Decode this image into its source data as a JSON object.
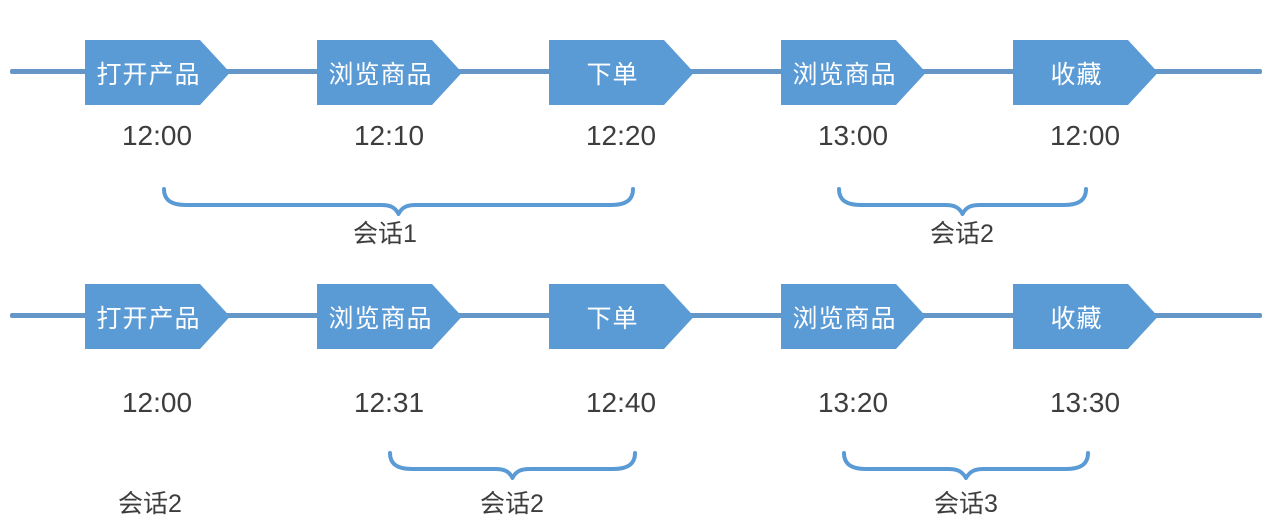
{
  "diagram": {
    "description": "session-cutting timeline diagram",
    "colors": {
      "event_fill": "#5b9bd5",
      "timeline_line": "#6496c8",
      "brace": "#5b9bd5",
      "text": "#3d3d3d",
      "event_text": "#ffffff",
      "background": "#ffffff"
    },
    "rows": [
      {
        "events": [
          {
            "label": "打开产品",
            "time": "12:00"
          },
          {
            "label": "浏览商品",
            "time": "12:10"
          },
          {
            "label": "下单",
            "time": "12:20"
          },
          {
            "label": "浏览商品",
            "time": "13:00"
          },
          {
            "label": "收藏",
            "time": "12:00"
          }
        ],
        "sessions": [
          {
            "label": "会话1",
            "style": "brace",
            "from_event": 1,
            "to_event": 3
          },
          {
            "label": "会话2",
            "style": "brace",
            "from_event": 4,
            "to_event": 5
          }
        ]
      },
      {
        "events": [
          {
            "label": "打开产品",
            "time": "12:00"
          },
          {
            "label": "浏览商品",
            "time": "12:31"
          },
          {
            "label": "下单",
            "time": "12:40"
          },
          {
            "label": "浏览商品",
            "time": "13:20"
          },
          {
            "label": "收藏",
            "time": "13:30"
          }
        ],
        "sessions": [
          {
            "label": "会话2",
            "style": "text",
            "from_event": 1,
            "to_event": 1
          },
          {
            "label": "会话2",
            "style": "brace",
            "from_event": 2,
            "to_event": 3
          },
          {
            "label": "会话3",
            "style": "brace",
            "from_event": 4,
            "to_event": 5
          }
        ]
      }
    ]
  }
}
